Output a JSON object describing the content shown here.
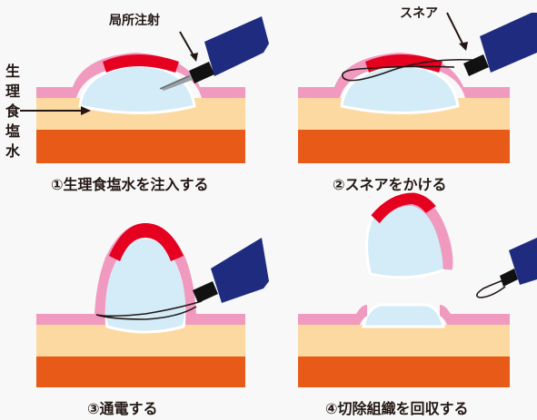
{
  "colors": {
    "background": "#f8f8f8",
    "muscle_layer": "#e85a17",
    "submucosa": "#fcd9a0",
    "mucosa": "#f09ac0",
    "saline": "#d3ecf7",
    "lesion": "#e5001f",
    "device": "#1e2b7f",
    "outline": "#231815"
  },
  "icons": [
    "injection-needle-icon",
    "endoscope-icon",
    "snare-loop-icon"
  ],
  "labels": {
    "injection": "局所注射",
    "saline": "生理食塩水",
    "snare": "スネア"
  },
  "captions": {
    "step1": "①生理食塩水を注入する",
    "step2": "②スネアをかける",
    "step3": "③通電する",
    "step4": "④切除組織を回収する"
  }
}
